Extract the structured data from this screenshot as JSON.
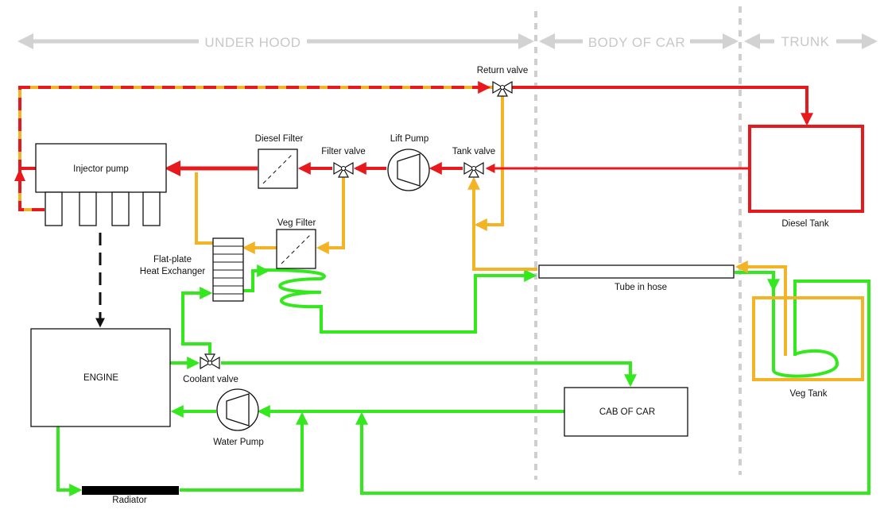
{
  "zones": {
    "under_hood": "UNDER HOOD",
    "body_of_car": "BODY OF CAR",
    "trunk": "TRUNK"
  },
  "components": {
    "injector_pump": "Injector pump",
    "engine": "ENGINE",
    "diesel_filter": "Diesel Filter",
    "filter_valve": "Filter valve",
    "lift_pump": "Lift Pump",
    "tank_valve": "Tank valve",
    "return_valve": "Return valve",
    "veg_filter": "Veg Filter",
    "heat_exchanger_line1": "Flat-plate",
    "heat_exchanger_line2": "Heat Exchanger",
    "tube_in_hose": "Tube in hose",
    "diesel_tank": "Diesel Tank",
    "veg_tank": "Veg Tank",
    "coolant_valve": "Coolant valve",
    "cab_of_car": "CAB OF CAR",
    "water_pump": "Water Pump",
    "radiator": "Radiator"
  },
  "colors": {
    "diesel_line": "#e8191c",
    "veg_oil_line": "#f4b324",
    "coolant_line": "#33e81c",
    "zone_divider": "#cfcfcf",
    "mechanical_link": "#111111"
  }
}
